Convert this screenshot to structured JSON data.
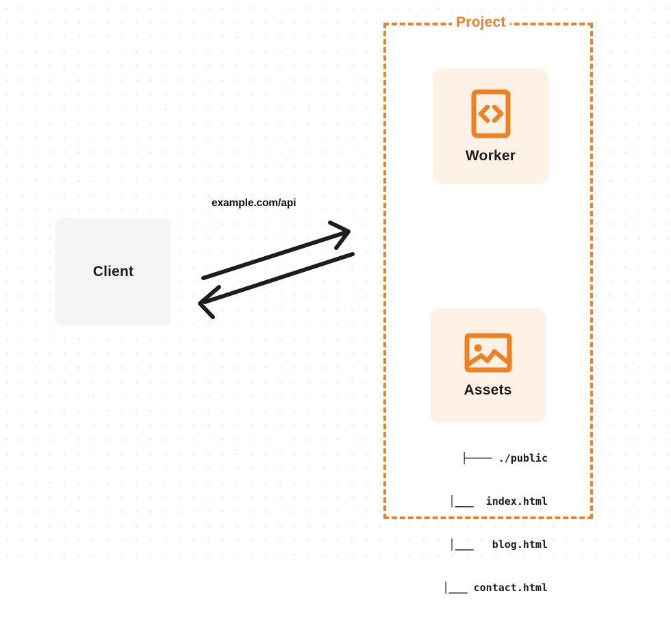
{
  "diagram": {
    "title": "Client to Project request flow",
    "background": {
      "style": "dot-grid",
      "dot_color": "#e8e8ea",
      "canvas_color": "#ffffff"
    },
    "colors": {
      "accent_orange": "#ef8023",
      "card_fill": "#fdf2e5",
      "client_fill": "#f4f5f7",
      "text_dark": "#1d1d1b",
      "arrow": "#1d1d1b"
    },
    "client": {
      "label": "Client"
    },
    "edge": {
      "label": "example.com/api",
      "direction": "bidirectional",
      "request_arrow": "client-to-project",
      "response_arrow": "project-to-client"
    },
    "project": {
      "label": "Project",
      "border_style": "dashed",
      "nodes": [
        {
          "id": "worker",
          "label": "Worker",
          "icon": "code-brackets-icon"
        },
        {
          "id": "assets",
          "label": "Assets",
          "icon": "image-icon"
        }
      ],
      "file_tree": [
        "├──── ./public",
        "│___  index.html",
        "│___   blog.html",
        "│___ contact.html"
      ]
    }
  }
}
